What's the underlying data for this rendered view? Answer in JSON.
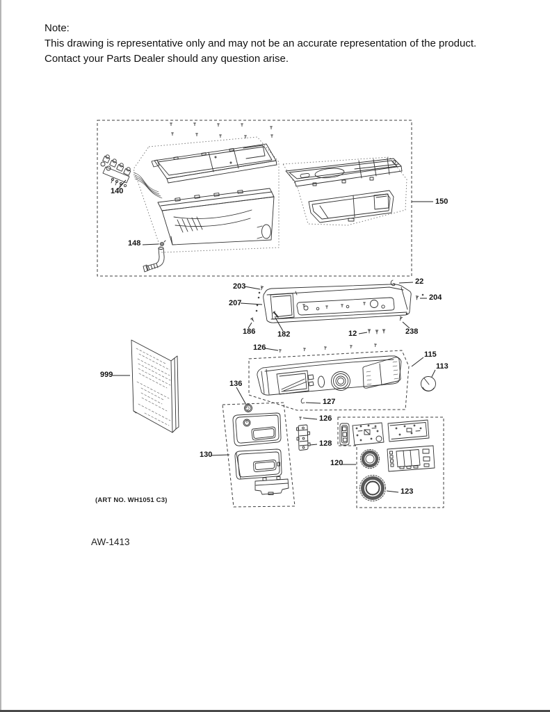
{
  "note": {
    "title": "Note:",
    "line1": "This drawing is representative only and may not be an accurate representation of the product.",
    "line2": "Contact your Parts Dealer should any question arise."
  },
  "footer": {
    "art_no": "(ART NO. WH1051 C3)",
    "code": "AW-1413"
  },
  "callouts": [
    {
      "label": "140"
    },
    {
      "label": "148"
    },
    {
      "label": "150"
    },
    {
      "label": "203"
    },
    {
      "label": "22"
    },
    {
      "label": "207"
    },
    {
      "label": "204"
    },
    {
      "label": "186"
    },
    {
      "label": "182"
    },
    {
      "label": "12"
    },
    {
      "label": "238"
    },
    {
      "label": "126"
    },
    {
      "label": "115"
    },
    {
      "label": "113"
    },
    {
      "label": "127"
    },
    {
      "label": "136"
    },
    {
      "label": "130"
    },
    {
      "label": "126"
    },
    {
      "label": "128"
    },
    {
      "label": "120"
    },
    {
      "label": "123"
    },
    {
      "label": "999"
    }
  ],
  "colors": {
    "line_ink": "#2f2f2f",
    "dashed_box": "#3d3d3d",
    "page_background": "#ffffff",
    "border_bottom": "#4a4a4a",
    "border_left": "#b5b5b5"
  }
}
